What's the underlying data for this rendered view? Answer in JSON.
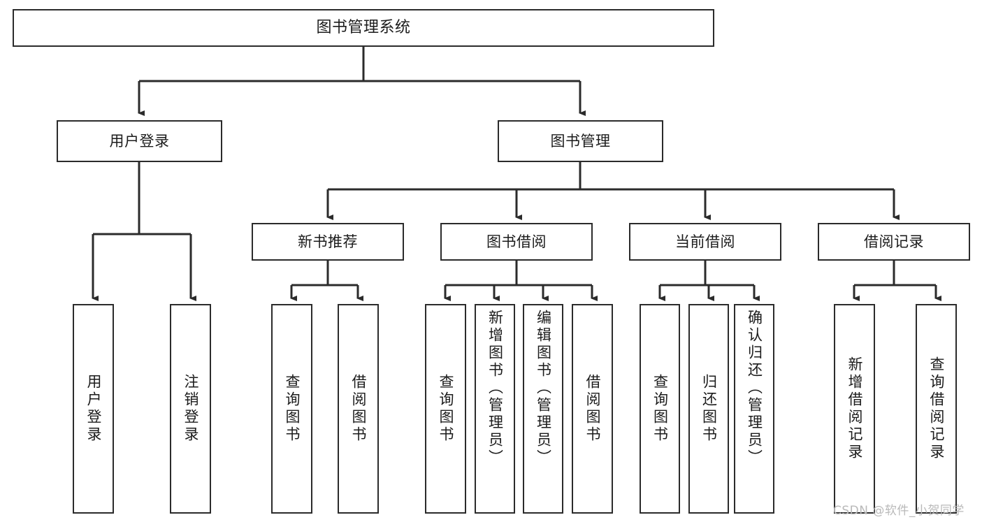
{
  "diagram": {
    "title": "图书管理系统",
    "type": "hierarchy-tree",
    "levels": 4,
    "root": {
      "label": "图书管理系统"
    },
    "level2": [
      {
        "label": "用户登录"
      },
      {
        "label": "图书管理"
      }
    ],
    "level3": [
      {
        "label": "新书推荐"
      },
      {
        "label": "图书借阅"
      },
      {
        "label": "当前借阅"
      },
      {
        "label": "借阅记录"
      }
    ],
    "leaves": [
      {
        "label": "用户登录",
        "parent": "用户登录"
      },
      {
        "label": "注销登录",
        "parent": "用户登录"
      },
      {
        "label": "查询图书",
        "parent": "新书推荐"
      },
      {
        "label": "借阅图书",
        "parent": "新书推荐"
      },
      {
        "label": "查询图书",
        "parent": "图书借阅"
      },
      {
        "label": "新增图书（管理员）",
        "parent": "图书借阅"
      },
      {
        "label": "编辑图书（管理员）",
        "parent": "图书借阅"
      },
      {
        "label": "借阅图书",
        "parent": "图书借阅"
      },
      {
        "label": "查询图书",
        "parent": "当前借阅"
      },
      {
        "label": "归还图书",
        "parent": "当前借阅"
      },
      {
        "label": "确认归还（管理员）",
        "parent": "当前借阅"
      },
      {
        "label": "新增借阅记录",
        "parent": "借阅记录"
      },
      {
        "label": "查询借阅记录",
        "parent": "借阅记录"
      }
    ]
  },
  "watermark": {
    "text": "CSDN @软件_小贺同学"
  },
  "colors": {
    "stroke": "#2b2b2b",
    "fill": "#ffffff",
    "text": "#1b1b1b",
    "watermark": "#b9b9b9"
  }
}
